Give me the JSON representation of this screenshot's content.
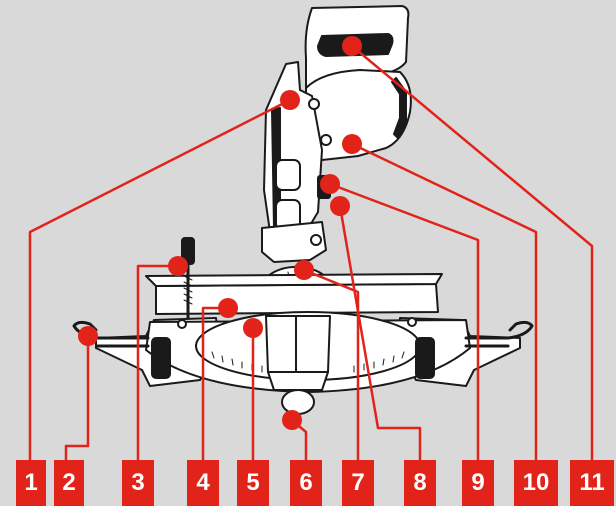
{
  "colors": {
    "background": "#d9d9d9",
    "callout": "#e2231a",
    "callout_text": "#ffffff",
    "line_art": "#1a1a1a",
    "body_fill": "#ffffff"
  },
  "labels": [
    "1",
    "2",
    "3",
    "4",
    "5",
    "6",
    "7",
    "8",
    "9",
    "10",
    "11"
  ]
}
